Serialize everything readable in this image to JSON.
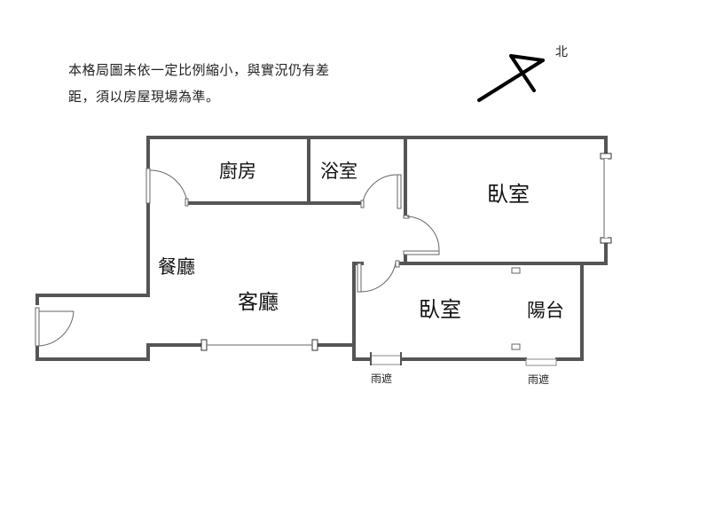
{
  "disclaimer": {
    "line1": "本格局圖未依一定比例縮小，與實況仍有差",
    "line2": "距，須以房屋現場為準。"
  },
  "compass": {
    "label": "北",
    "icon": "north-arrow-icon"
  },
  "rooms": {
    "kitchen": "廚房",
    "bathroom": "浴室",
    "bedroom1": "臥室",
    "dining": "餐廳",
    "living": "客廳",
    "bedroom2": "臥室",
    "balcony": "陽台",
    "awning1": "雨遮",
    "awning2": "雨遮"
  }
}
